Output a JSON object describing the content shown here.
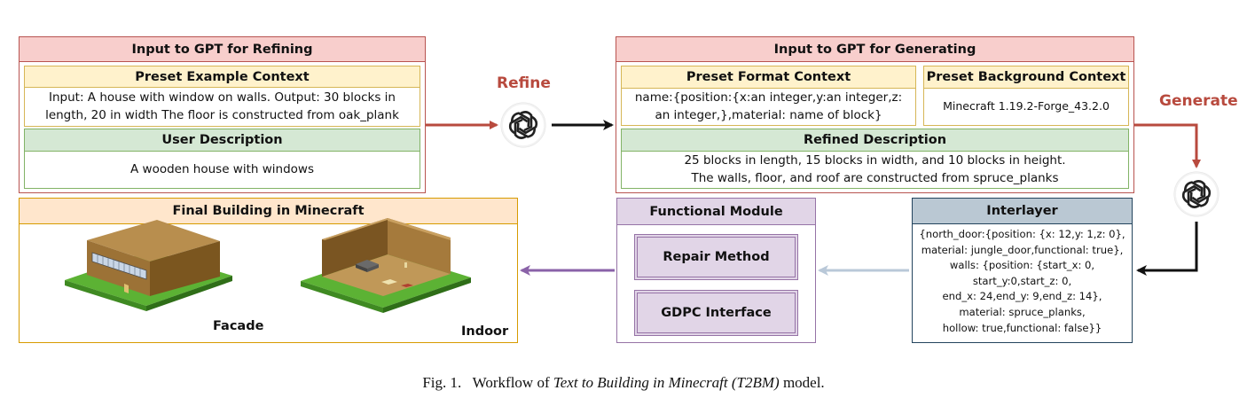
{
  "refining": {
    "title": "Input to GPT for Refining",
    "preset_example": {
      "title": "Preset Example Context",
      "line1": "Input: A house with window on walls. Output: 30 blocks in",
      "line2": "length, 20 in width The floor is constructed from oak_plank"
    },
    "user_description": {
      "title": "User Description",
      "text": "A wooden house with windows"
    }
  },
  "refine_label": "Refine",
  "generating": {
    "title": "Input to GPT for Generating",
    "preset_format": {
      "title": "Preset Format Context",
      "line1": "name:{position:{x:an integer,y:an integer,z:",
      "line2": "an integer,},material: name of block}"
    },
    "preset_background": {
      "title": "Preset Background Context",
      "text": "Minecraft 1.19.2-Forge_43.2.0"
    },
    "refined_description": {
      "title": "Refined Description",
      "line1": "25 blocks in length, 15 blocks in width, and 10 blocks in height.",
      "line2": "The walls, floor, and roof are constructed from spruce_planks"
    }
  },
  "generate_label": "Generate",
  "interlayer": {
    "title": "Interlayer",
    "lines": [
      "{north_door:{position: {x: 12,y: 1,z: 0},",
      "material: jungle_door,functional: true},",
      "walls: {position: {start_x: 0,",
      "start_y:0,start_z: 0,",
      "end_x: 24,end_y: 9,end_z: 14},",
      "material: spruce_planks,",
      "hollow: true,functional: false}}"
    ]
  },
  "functional_module": {
    "title": "Functional Module",
    "repair": "Repair Method",
    "gdpc": "GDPC Interface"
  },
  "final_building": {
    "title": "Final Building in Minecraft",
    "facade": "Facade",
    "indoor": "Indoor"
  },
  "caption": {
    "prefix": "Fig. 1.   Workflow of ",
    "italic": "Text to Building in Minecraft (T2BM)",
    "suffix": " model."
  },
  "colors": {
    "red_border": "#b85450",
    "red_fill": "#f8cecc",
    "yellow_border": "#d6b656",
    "yellow_fill": "#fff2cc",
    "green_border": "#82b366",
    "green_fill": "#d5e8d4",
    "purple_border": "#9673a6",
    "purple_fill": "#e1d5e7",
    "blue_border": "#23445d",
    "blue_fill": "#bac8d3",
    "orange_border": "#d79b00",
    "orange_fill": "#ffe6cc",
    "refine_arrow": "#b84a3e",
    "purple_arrow": "#8a62a8",
    "light_arrow": "#b9c8d8"
  },
  "icons": [
    "openai-logo-icon",
    "openai-logo-icon"
  ]
}
